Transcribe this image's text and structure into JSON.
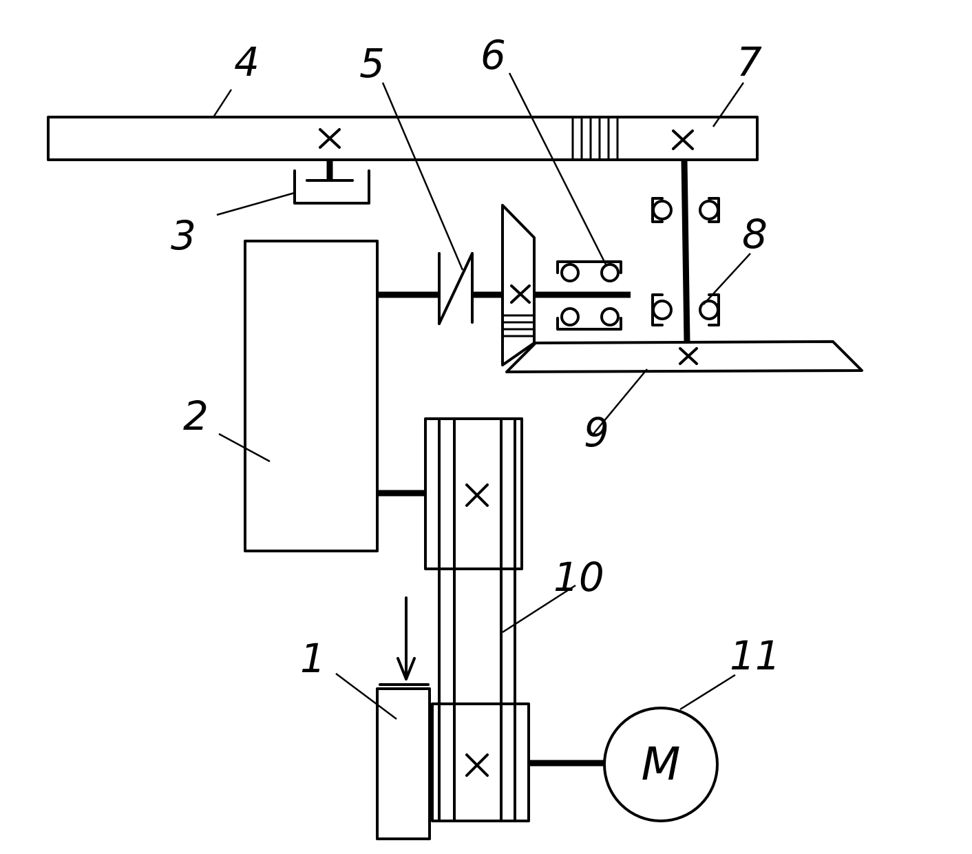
{
  "labels": {
    "l1": "1",
    "l2": "2",
    "l3": "3",
    "l4": "4",
    "l5": "5",
    "l6": "6",
    "l7": "7",
    "l8": "8",
    "l9": "9",
    "l10": "10",
    "l11": "11"
  },
  "motor_symbol": "M",
  "icons": {
    "shaft_marker": "cross-icon",
    "bearing": "bearing-icon",
    "arrow": "arrow-down-icon"
  },
  "colors": {
    "ink": "#000000",
    "paper": "#ffffff"
  }
}
